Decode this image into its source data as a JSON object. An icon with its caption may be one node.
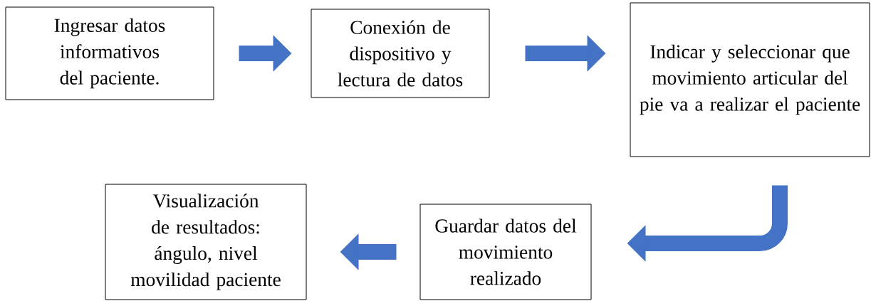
{
  "diagram": {
    "nodes": [
      {
        "text": [
          "Ingresar datos informativos del paciente."
        ]
      },
      {
        "text": [
          "Conexión de dispositivo y lectura de datos"
        ]
      },
      {
        "text": [
          "Indicar y seleccionar que movimiento articular del pie va a realizar el paciente"
        ]
      },
      {
        "text": [
          "Guardar datos del movimiento realizado"
        ]
      },
      {
        "text": [
          "Visualización de resultados: ángulo, nivel movilidad paciente"
        ]
      }
    ],
    "edges": [
      {
        "from": 0,
        "to": 1,
        "arrow": "to"
      },
      {
        "from": 1,
        "to": 2,
        "arrow": "to"
      },
      {
        "from": 2,
        "to": 3,
        "arrow": "to"
      },
      {
        "from": 3,
        "to": 4,
        "arrow": "to"
      }
    ]
  }
}
